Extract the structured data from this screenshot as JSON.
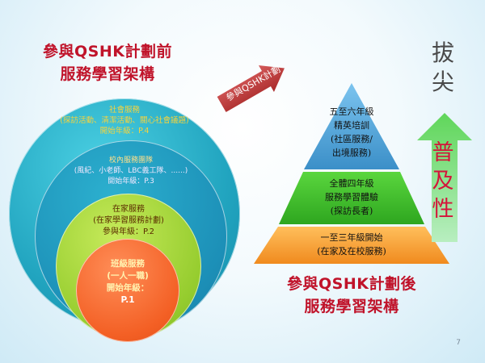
{
  "left_title": [
    "參與QSHK計劃前",
    "服務學習架構"
  ],
  "right_title": [
    "參與QSHK計劃後",
    "服務學習架構"
  ],
  "arrow_label": "參與QSHK計劃",
  "circles": {
    "community": {
      "lines": [
        "社會服務",
        "(探訪活動、清潔活動、關心社會議題)",
        "開始年級：P.4"
      ]
    },
    "school": {
      "lines": [
        "校內服務團隊",
        "(風紀、小老師、LBC義工隊、......)",
        "開始年級：P.3"
      ]
    },
    "home": {
      "lines": [
        "在家服務",
        "(在家學習服務計劃)",
        "參與年級：P.2"
      ]
    },
    "class": {
      "lines": [
        "班級服務",
        "(一人一職)",
        "開始年級：",
        "P.1"
      ]
    }
  },
  "pyramid": {
    "top": {
      "lines": [
        "五至六年級",
        "精英培訓",
        "(社區服務/",
        "出境服務)"
      ]
    },
    "middle": {
      "lines": [
        "全體四年級",
        "服務學習體驗",
        "(探訪長者)"
      ]
    },
    "bottom": {
      "lines": [
        "一至三年級開始",
        "(在家及在校服務)"
      ]
    }
  },
  "top_word": [
    "拔",
    "尖"
  ],
  "grow_word": [
    "普",
    "及",
    "性"
  ],
  "page_number": "7",
  "colors": {
    "title_red": "#c0132a",
    "pyramid_top": "#4aa3d6",
    "pyramid_middle": "#3dbb2a",
    "pyramid_bottom": "#f7a136",
    "arrow_red": "#c23a3a",
    "up_arrow_green": "#3ec23a"
  },
  "icons": {
    "diagonal_arrow": "arrow-right-icon",
    "up_arrow": "arrow-up-icon"
  }
}
